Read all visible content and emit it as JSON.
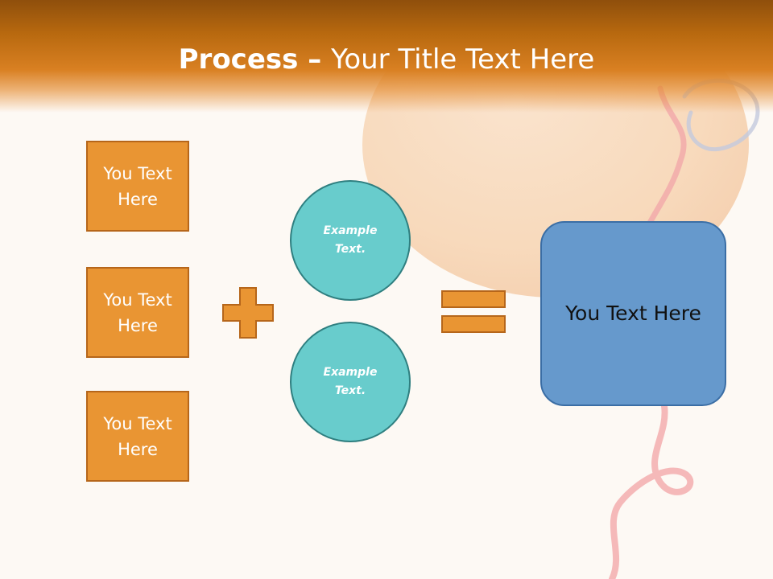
{
  "title": {
    "bold": "Process",
    "separator": " – ",
    "rest": "Your Title Text Here"
  },
  "inputs": [
    {
      "text": "You Text Here"
    },
    {
      "text": "You Text Here"
    },
    {
      "text": "You Text Here"
    }
  ],
  "circles": [
    {
      "text": "Example Text."
    },
    {
      "text": "Example Text."
    }
  ],
  "result": {
    "text": "You Text Here"
  },
  "colors": {
    "header": "#d98022",
    "box_fill": "#e99533",
    "box_border": "#b6661a",
    "circle_fill": "#68cccc",
    "circle_border": "#2f7f80",
    "result_fill": "#6699cc",
    "result_border": "#3b6ea5",
    "background": "#fdf9f4"
  },
  "icons": {
    "plus": "plus-icon",
    "equals": "equals-icon",
    "balloon": "balloon-icon",
    "ribbon": "ribbon-icon"
  }
}
